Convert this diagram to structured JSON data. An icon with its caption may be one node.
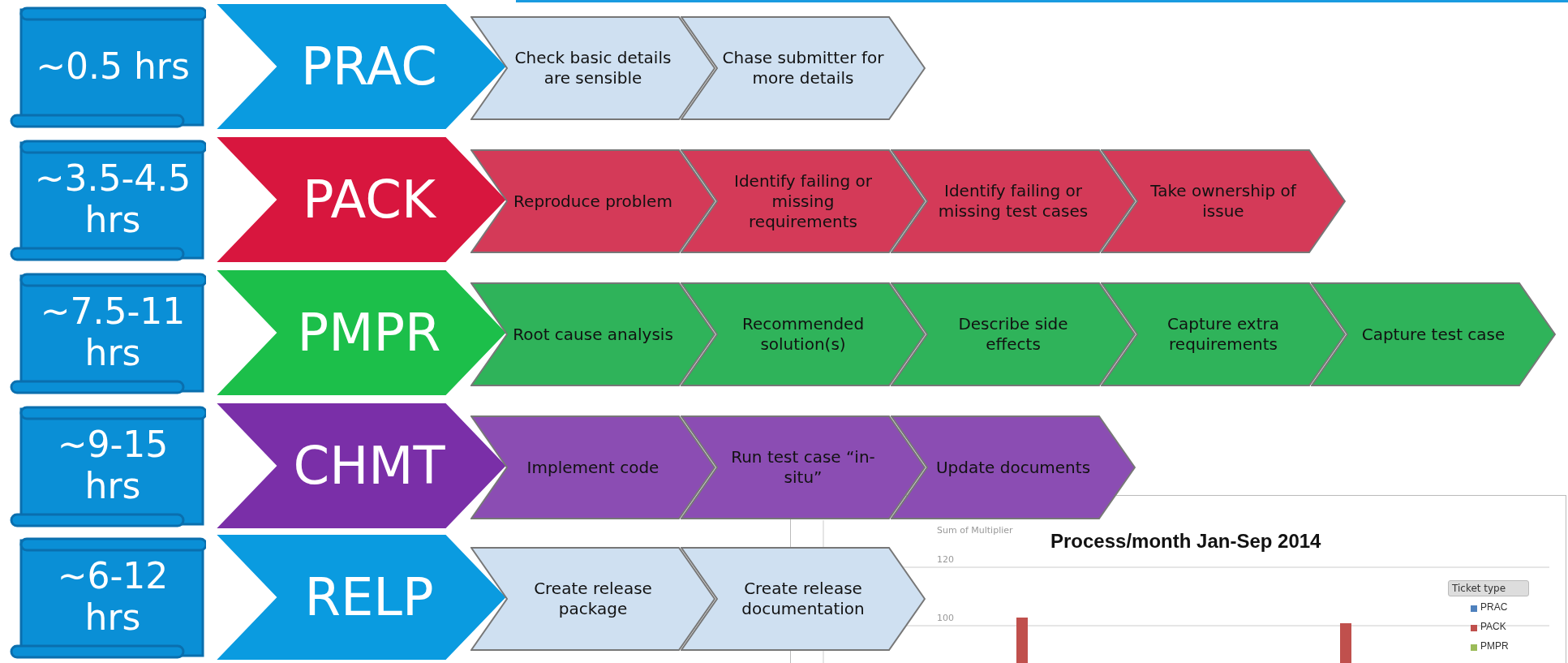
{
  "diagram": {
    "nodes": [
      {
        "text": [
          "~0.5 hrs"
        ]
      },
      {
        "text": [
          "PRAC"
        ]
      },
      {
        "text": [
          "Check basic details are sensible"
        ]
      },
      {
        "text": [
          "Chase submitter for more details"
        ]
      },
      {
        "text": [
          "~3.5-4.5 hrs"
        ]
      },
      {
        "text": [
          "PACK"
        ]
      },
      {
        "text": [
          "Reproduce problem"
        ]
      },
      {
        "text": [
          "Identify failing or missing requirements"
        ]
      },
      {
        "text": [
          "Identify failing or missing test cases"
        ]
      },
      {
        "text": [
          "Take ownership of issue"
        ]
      },
      {
        "text": [
          "~7.5-11 hrs"
        ]
      },
      {
        "text": [
          "PMPR"
        ]
      },
      {
        "text": [
          "Root cause analysis"
        ]
      },
      {
        "text": [
          "Recommended solution(s)"
        ]
      },
      {
        "text": [
          "Describe side effects"
        ]
      },
      {
        "text": [
          "Capture extra requirements"
        ]
      },
      {
        "text": [
          "Capture test case"
        ]
      },
      {
        "text": [
          "~9-15 hrs"
        ]
      },
      {
        "text": [
          "CHMT"
        ]
      },
      {
        "text": [
          "Implement code"
        ]
      },
      {
        "text": [
          "Run test case “in-situ”"
        ]
      },
      {
        "text": [
          "Update documents"
        ]
      },
      {
        "text": [
          "~6-12 hrs"
        ]
      },
      {
        "text": [
          "RELP"
        ]
      },
      {
        "text": [
          "Create release package"
        ]
      },
      {
        "text": [
          "Create release documentation"
        ]
      }
    ],
    "labels": [
      "Sum of Multiplier",
      "Process/month Jan-Sep 2014",
      "120",
      "100",
      "Ticket type"
    ],
    "legend": [
      {
        "text": "PRAC",
        "color": "#4f81bd"
      },
      {
        "text": "PACK",
        "color": "#c0504d"
      },
      {
        "text": "PMPR",
        "color": "#9bbb59"
      }
    ]
  }
}
